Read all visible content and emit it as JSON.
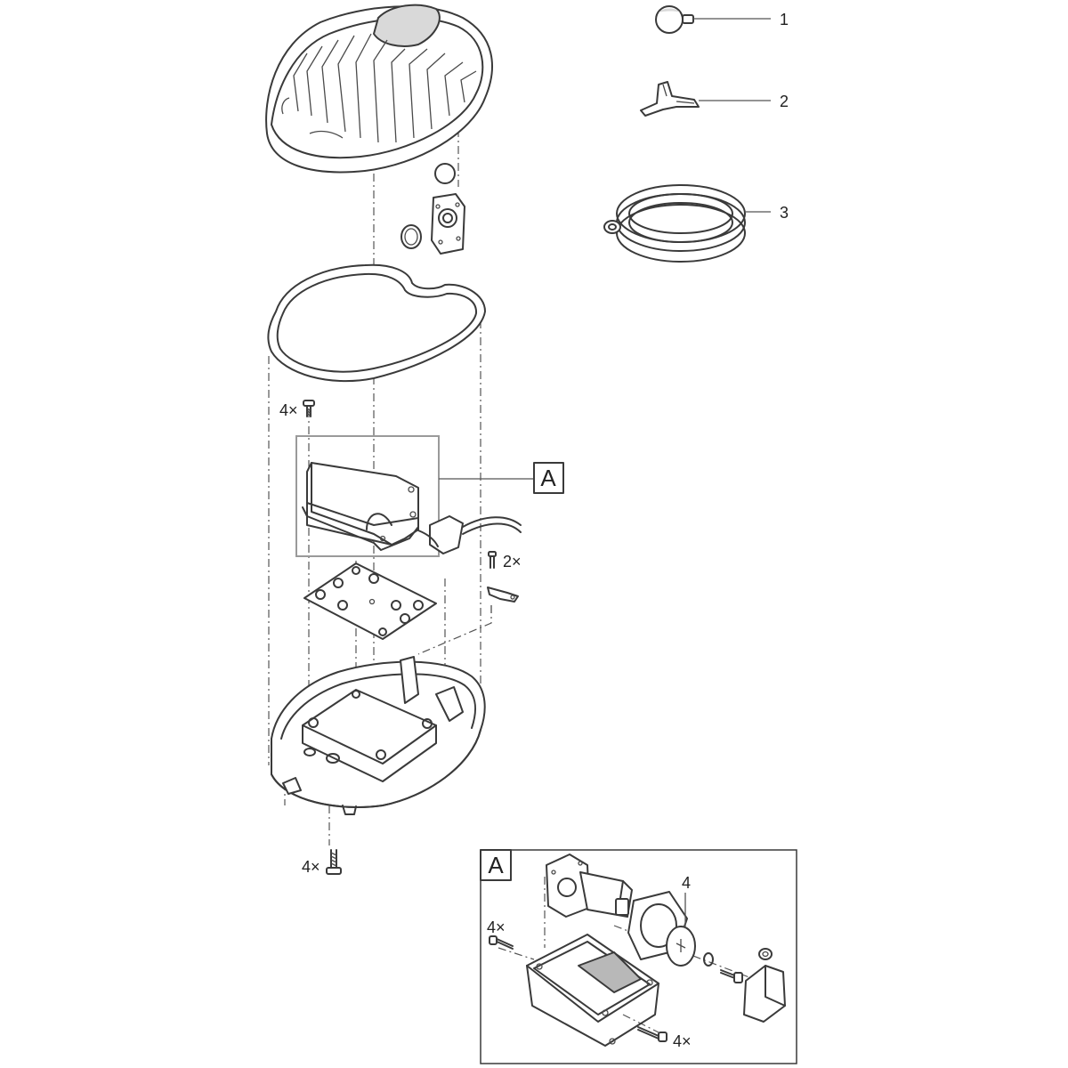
{
  "callouts": {
    "item_1": "1",
    "item_2": "2",
    "item_3": "3",
    "item_4": "4",
    "detail_ref": "A",
    "detail_title": "A"
  },
  "quantities": {
    "top_screws": "4×",
    "clip_screws": "2×",
    "bottom_screws": "4×",
    "detail_left_screws": "4×",
    "detail_bottom_screws": "4×"
  },
  "colors": {
    "line": "#3a3a3a",
    "frame": "#9a9a9a",
    "shade": "#d9d9d9"
  }
}
